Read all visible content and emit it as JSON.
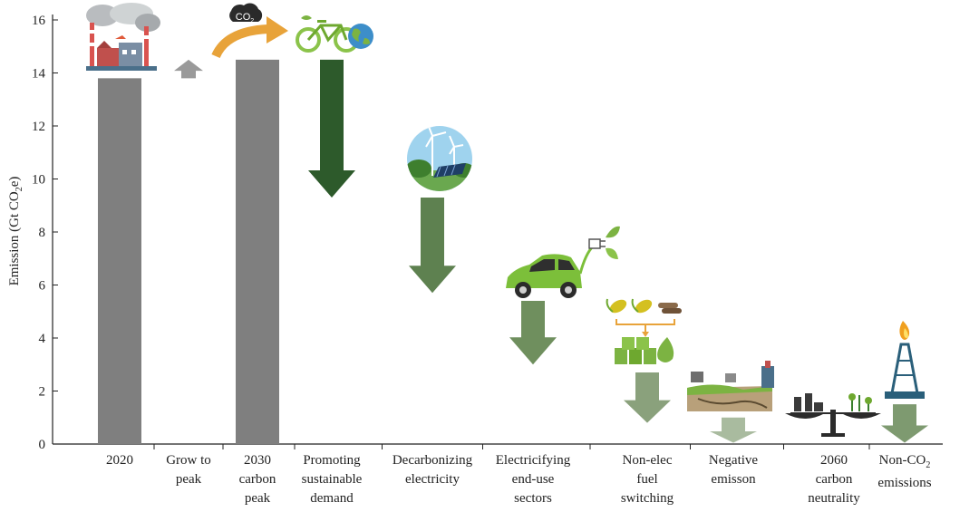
{
  "chart_data": {
    "type": "bar",
    "ylabel": "Emission (Gt CO2e)",
    "ylabel_parts": {
      "main": "Emission (Gt CO",
      "sub": "2",
      "tail": "e)"
    },
    "ylim": [
      0,
      16
    ],
    "yticks": [
      0,
      2,
      4,
      6,
      8,
      10,
      12,
      14,
      16
    ],
    "grid": false,
    "categories": [
      {
        "lines": [
          "2020"
        ]
      },
      {
        "lines": [
          "Grow to",
          "peak"
        ]
      },
      {
        "lines": [
          "2030",
          "carbon",
          "peak"
        ]
      },
      {
        "lines": [
          "Promoting",
          "sustainable",
          "demand"
        ]
      },
      {
        "lines": [
          "Decarbonizing",
          "electricity"
        ]
      },
      {
        "lines": [
          "Electricifying",
          "end-use",
          "sectors"
        ]
      },
      {
        "lines": [
          "Non-elec",
          "fuel",
          "switching"
        ]
      },
      {
        "lines": [
          "Negative",
          "emisson"
        ]
      },
      {
        "lines": [
          "2060",
          "carbon",
          "neutrality"
        ]
      },
      {
        "lines": [
          "Non-CO",
          "emissions"
        ],
        "sub": "2"
      }
    ],
    "bars": [
      {
        "category_index": 0,
        "kind": "total",
        "value": 13.8,
        "color": "#7f7f7f"
      },
      {
        "category_index": 2,
        "kind": "total",
        "value": 14.5,
        "color": "#7f7f7f"
      }
    ],
    "steps": [
      {
        "category_index": 1,
        "direction": "up",
        "from": 13.8,
        "to": 14.5,
        "color": "#9a9a9a"
      },
      {
        "category_index": 3,
        "direction": "down",
        "from": 14.5,
        "to": 9.3,
        "color": "#2d5a2b"
      },
      {
        "category_index": 4,
        "direction": "down",
        "from": 9.3,
        "to": 5.7,
        "color": "#5e8150"
      },
      {
        "category_index": 5,
        "direction": "down",
        "from": 5.4,
        "to": 3.0,
        "color": "#6f8f5e"
      },
      {
        "category_index": 6,
        "direction": "down",
        "from": 2.7,
        "to": 0.8,
        "color": "#8aa17c"
      },
      {
        "category_index": 7,
        "direction": "down",
        "from": 1.0,
        "to": 0.05,
        "color": "#a9bb9f"
      },
      {
        "category_index": 9,
        "direction": "down",
        "from": 1.5,
        "to": 0.05,
        "color": "#7e9a70"
      }
    ],
    "annotations": {
      "co2_bubble": "CO",
      "co2_sub": "2"
    },
    "colors": {
      "bar": "#7f7f7f",
      "accent_orange": "#e8a33a",
      "green_light": "#7cb342",
      "green_dark": "#2d5a2b"
    },
    "icons": [
      "factory-icon",
      "bicycle-icon",
      "globe-icon",
      "wind-solar-icon",
      "electric-car-icon",
      "plug-leaf-icon",
      "biomass-icon",
      "biofuel-barrels-icon",
      "carbon-capture-icon",
      "balance-scale-icon",
      "gas-flare-rig-icon"
    ]
  }
}
